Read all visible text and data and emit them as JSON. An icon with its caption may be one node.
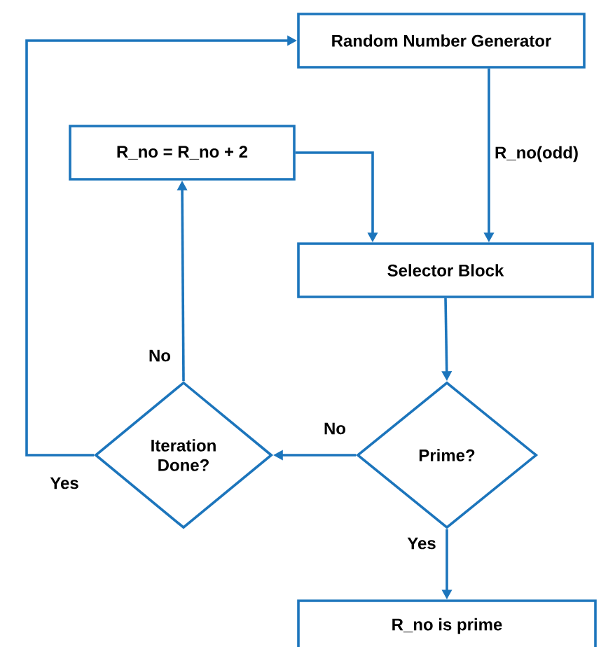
{
  "diagram": {
    "nodes": [
      {
        "text": [
          "Random Number Generator"
        ]
      },
      {
        "text": [
          "R_no = R_no + 2"
        ]
      },
      {
        "text": [
          "Selector Block"
        ]
      },
      {
        "text": [
          "Prime?"
        ]
      },
      {
        "text": [
          "Iteration Done?"
        ]
      },
      {
        "text": [
          "R_no is prime"
        ]
      }
    ],
    "edges": [
      {
        "from": 0,
        "to": 2,
        "arrow": "to",
        "label": "R_no(odd)"
      },
      {
        "from": 1,
        "to": 2,
        "arrow": "to"
      },
      {
        "from": 2,
        "to": 3,
        "arrow": "to"
      },
      {
        "from": 3,
        "to": 4,
        "arrow": "to",
        "label": "No"
      },
      {
        "from": 4,
        "to": 1,
        "arrow": "to",
        "label": "No"
      },
      {
        "from": 4,
        "to": 0,
        "arrow": "to",
        "label": "Yes"
      },
      {
        "from": 3,
        "to": 5,
        "arrow": "to",
        "label": "Yes"
      }
    ]
  }
}
